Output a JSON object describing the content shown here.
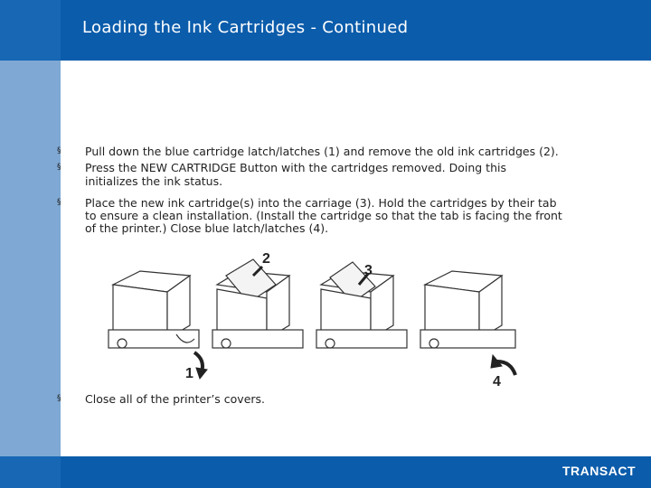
{
  "slide": {
    "title": "Loading the Ink Cartridges - Continued",
    "bullets": [
      {
        "lines": [
          "Pull down the blue cartridge latch/latches (1) and remove the old ink cartridges (2)."
        ]
      },
      {
        "lines": [
          "Press the NEW CARTRIDGE Button with the cartridges removed. Doing this",
          " initializes the ink status."
        ]
      },
      {
        "lines": [
          "Place the new ink cartridge(s) into the carriage (3). Hold the cartridges by their tab",
          "to ensure a clean installation. (Install the cartridge so that the tab is facing the front",
          "of the printer.) Close blue latch/latches (4)."
        ]
      },
      {
        "lines": [
          "Close all of the printer’s covers."
        ]
      }
    ],
    "bullet_symbol": "§",
    "figure": {
      "step_labels": [
        "1",
        "2",
        "3",
        "4"
      ]
    },
    "logo": {
      "text": "TRANSACT"
    },
    "colors": {
      "header": "#0b5cab",
      "left_bar": "#7fa9d4"
    }
  }
}
